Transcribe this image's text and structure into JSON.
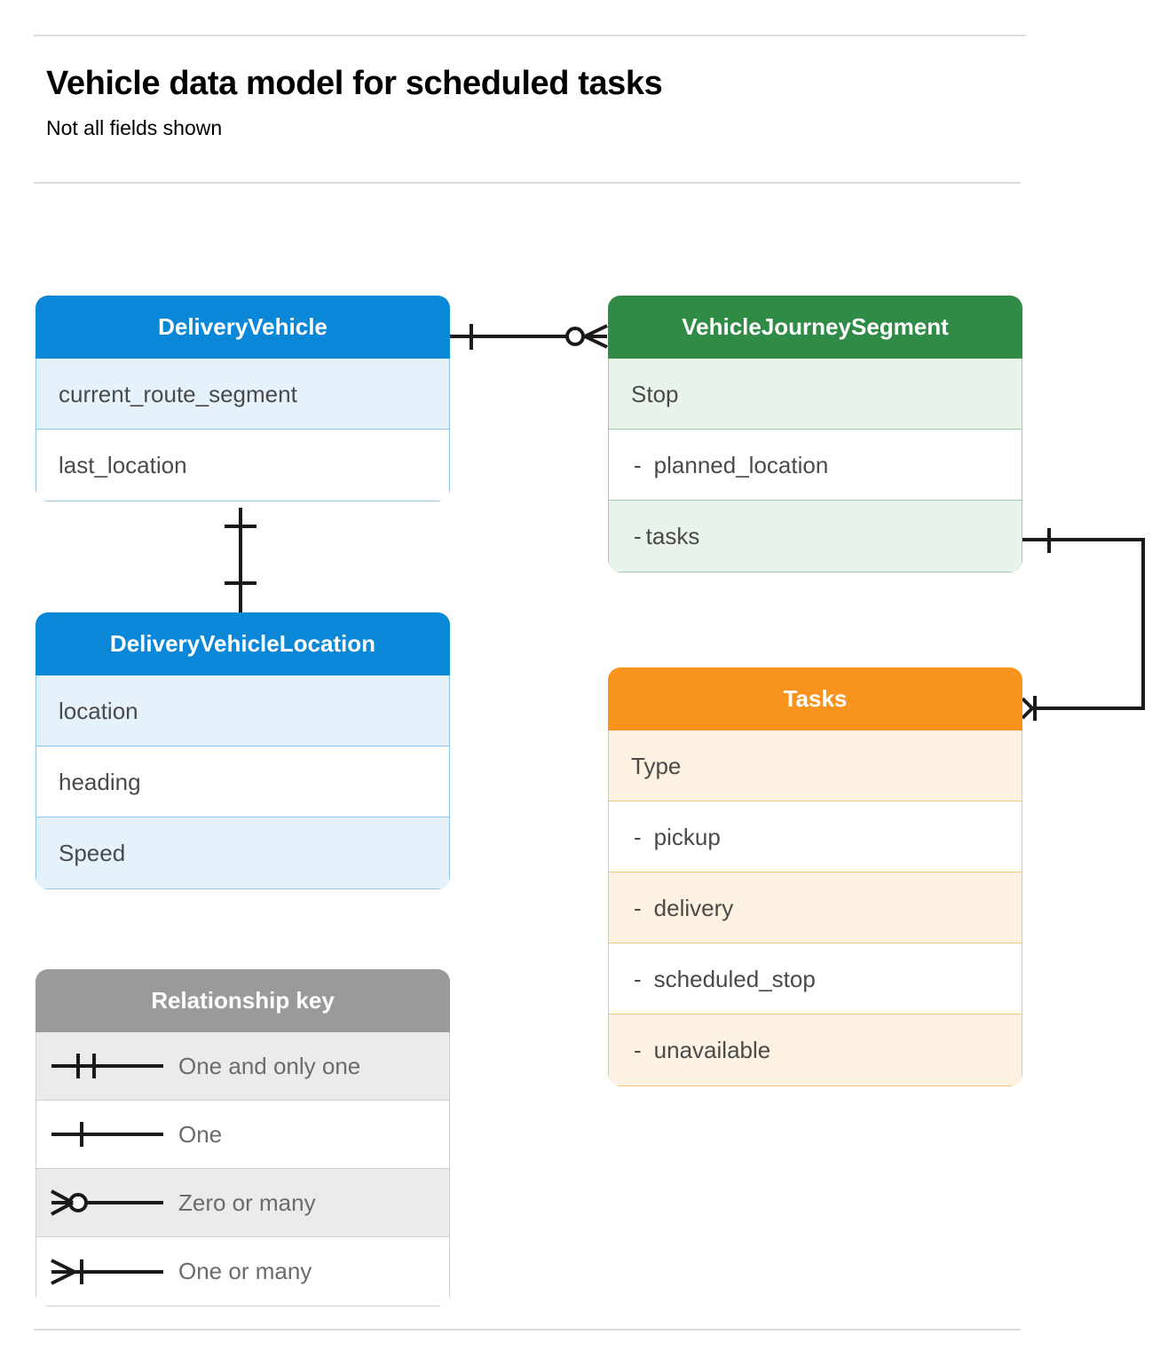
{
  "header": {
    "title": "Vehicle data model for scheduled tasks",
    "subtitle": "Not all fields shown"
  },
  "colors": {
    "blue_header": "#0b87d8",
    "blue_row_alt": "#e5f1fb",
    "blue_border": "#8ec5ee",
    "green_header": "#2f8b46",
    "green_row_alt": "#e8f3ea",
    "green_border": "#9ccfa9",
    "orange_header": "#f8941d",
    "orange_row_alt": "#fdf2e2",
    "orange_border": "#f6c579",
    "gray_header": "#9a9a9a",
    "gray_row_alt": "#ebebeb",
    "gray_border": "#cfcfcf",
    "connector": "#1a1a1a",
    "rule": "#dadce0",
    "row_text": "#4a4a4a",
    "legend_text": "#6b6b6b"
  },
  "entities": {
    "delivery_vehicle": {
      "title": "DeliveryVehicle",
      "fields": [
        "current_route_segment",
        "last_location"
      ]
    },
    "vehicle_journey_segment": {
      "title": "VehicleJourneySegment",
      "fields": [
        "Stop",
        "planned_location",
        "tasks"
      ],
      "dashes": [
        "",
        "-",
        "-"
      ]
    },
    "delivery_vehicle_location": {
      "title": "DeliveryVehicleLocation",
      "fields": [
        "location",
        "heading",
        "Speed"
      ]
    },
    "tasks": {
      "title": "Tasks",
      "fields": [
        "Type",
        "pickup",
        "delivery",
        "scheduled_stop",
        "unavailable"
      ],
      "dashes": [
        "",
        "-",
        "-",
        "-",
        "-"
      ]
    }
  },
  "legend": {
    "title": "Relationship key",
    "items": [
      {
        "symbol": "one-and-only-one",
        "label": "One and only one"
      },
      {
        "symbol": "one",
        "label": "One"
      },
      {
        "symbol": "zero-or-many",
        "label": "Zero or many"
      },
      {
        "symbol": "one-or-many",
        "label": "One or many"
      }
    ]
  },
  "relationships": [
    {
      "from": "DeliveryVehicle",
      "to": "VehicleJourneySegment",
      "from_cardinality": "one",
      "to_cardinality": "zero-or-many"
    },
    {
      "from": "DeliveryVehicle",
      "to": "DeliveryVehicleLocation",
      "from_cardinality": "one",
      "to_cardinality": "one"
    },
    {
      "from": "VehicleJourneySegment.tasks",
      "to": "Tasks",
      "from_cardinality": "one",
      "to_cardinality": "one-or-many"
    }
  ]
}
